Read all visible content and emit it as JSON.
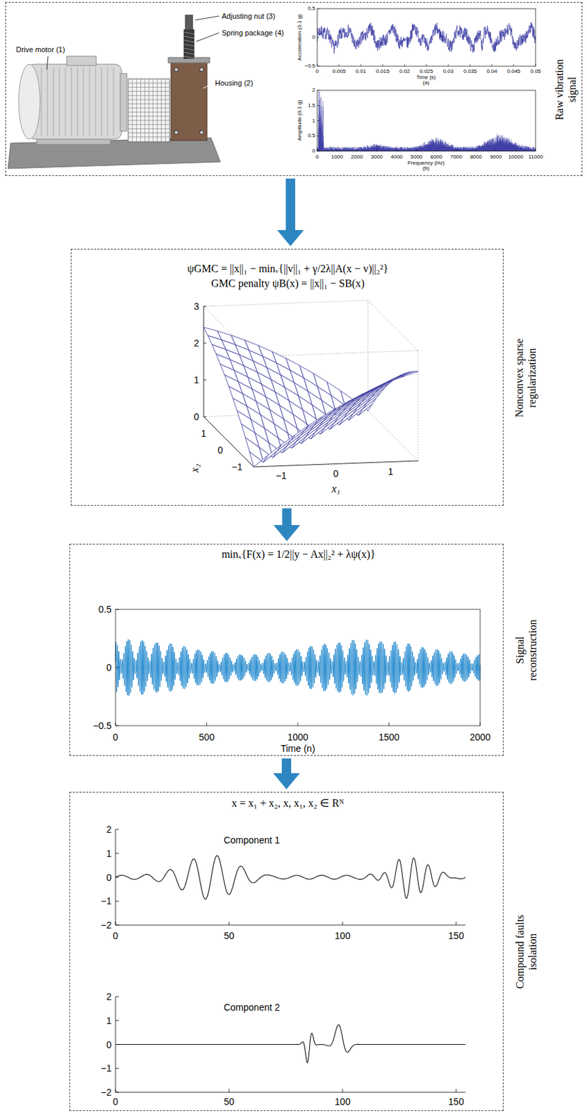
{
  "diagram": {
    "nodes": [
      {
        "text": [
          "Raw vibration signal"
        ]
      },
      {
        "text": [
          "ψGMC = ||x||₁ − minᵥ{||v||₁ + γ/2λ||A(x − v)||₂²}",
          "GMC penalty ψB(x) = ||x||₁ − SB(x)",
          "Nonconvex sparse regularization"
        ]
      },
      {
        "text": [
          "minₓ{F(x) = 1/2||y − Ax||₂² + λψ(x)}",
          "Signal reconstruction"
        ]
      },
      {
        "text": [
          "x = x₁ + x₂, x, x₁, x₂ ∈ Rᴺ",
          "Compound faults isolation"
        ]
      }
    ],
    "edges": [
      {
        "from": 0,
        "to": 1,
        "arrow": "to"
      },
      {
        "from": 1,
        "to": 2,
        "arrow": "to"
      },
      {
        "from": 2,
        "to": 3,
        "arrow": "to"
      }
    ],
    "labels": [
      "Drive motor (1)",
      "Adjusting nut (3)",
      "Spring package (4)",
      "Housing (2)",
      "0.5",
      "0",
      "−0.5",
      "0",
      "0.005",
      "0.01",
      "0.015",
      "0.02",
      "0.025",
      "0.03",
      "0.035",
      "0.04",
      "0.045",
      "0.05",
      "Time (s)",
      "(a)",
      "Acceleration (0.1 g)",
      "2",
      "1.5",
      "1",
      "0.5",
      "0",
      "0",
      "1000",
      "2000",
      "3000",
      "4000",
      "5000",
      "6000",
      "7000",
      "8000",
      "9000",
      "10000",
      "11000",
      "Frequency (Hz)",
      "(b)",
      "Amplitude (0.1 g)",
      "3",
      "2",
      "1",
      "0",
      "1",
      "0",
      "−1",
      "−1",
      "0",
      "1",
      "x₁",
      "x₂",
      "0.5",
      "0",
      "−0.5",
      "0",
      "500",
      "1000",
      "1500",
      "2000",
      "Time (n)",
      "Component 1",
      "2",
      "1",
      "0",
      "−1",
      "−2",
      "0",
      "50",
      "100",
      "150",
      "Component 2",
      "2",
      "1",
      "0",
      "−1",
      "−2",
      "0",
      "50",
      "100",
      "150"
    ]
  }
}
